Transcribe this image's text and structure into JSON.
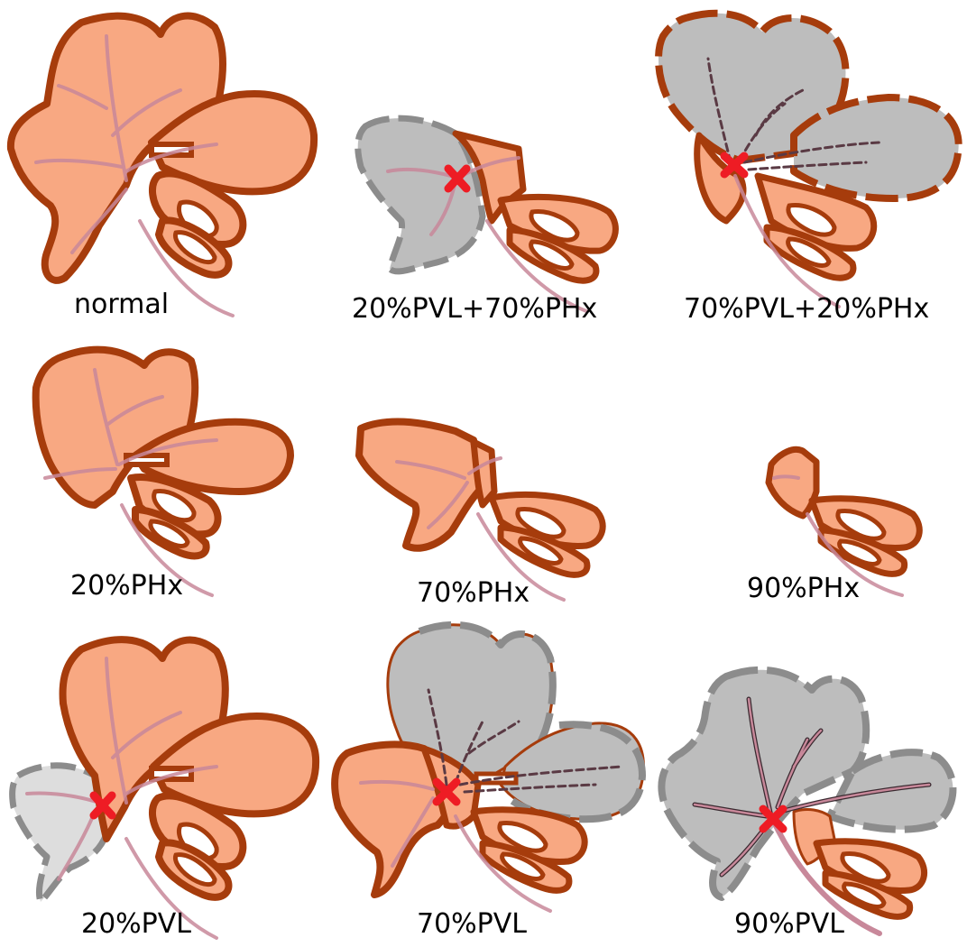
{
  "colors": {
    "tissue_fill": "#f8a882",
    "tissue_outline": "#a63c0c",
    "removed_fill": "#bdbdbd",
    "removed_light_fill": "#dddddd",
    "removed_outline": "#8c8c8c",
    "vessel": "#c8889a",
    "ligation_mark": "#ee1c24"
  },
  "panels": [
    {
      "id": "normal",
      "label": "normal",
      "icons": [
        "liver-normal-icon"
      ]
    },
    {
      "id": "pvl20_phx70",
      "label": "20%PVL+70%PHx",
      "icons": [
        "liver-remnant-icon",
        "removed-lobe-icon",
        "ligation-x-icon"
      ]
    },
    {
      "id": "pvl70_phx20",
      "label": "70%PVL+20%PHx",
      "icons": [
        "liver-remnant-icon",
        "removed-lobe-icon",
        "ligation-x-icon"
      ]
    },
    {
      "id": "phx20",
      "label": "20%PHx",
      "icons": [
        "liver-remnant-icon"
      ]
    },
    {
      "id": "phx70",
      "label": "70%PHx",
      "icons": [
        "liver-remnant-icon"
      ]
    },
    {
      "id": "phx90",
      "label": "90%PHx",
      "icons": [
        "liver-remnant-icon"
      ]
    },
    {
      "id": "pvl20",
      "label": "20%PVL",
      "icons": [
        "liver-remnant-icon",
        "ligated-lobe-icon",
        "ligation-x-icon"
      ]
    },
    {
      "id": "pvl70",
      "label": "70%PVL",
      "icons": [
        "liver-remnant-icon",
        "ligated-lobe-icon",
        "ligation-x-icon"
      ]
    },
    {
      "id": "pvl90",
      "label": "90%PVL",
      "icons": [
        "liver-remnant-icon",
        "ligated-lobe-icon",
        "ligation-x-icon"
      ]
    }
  ]
}
